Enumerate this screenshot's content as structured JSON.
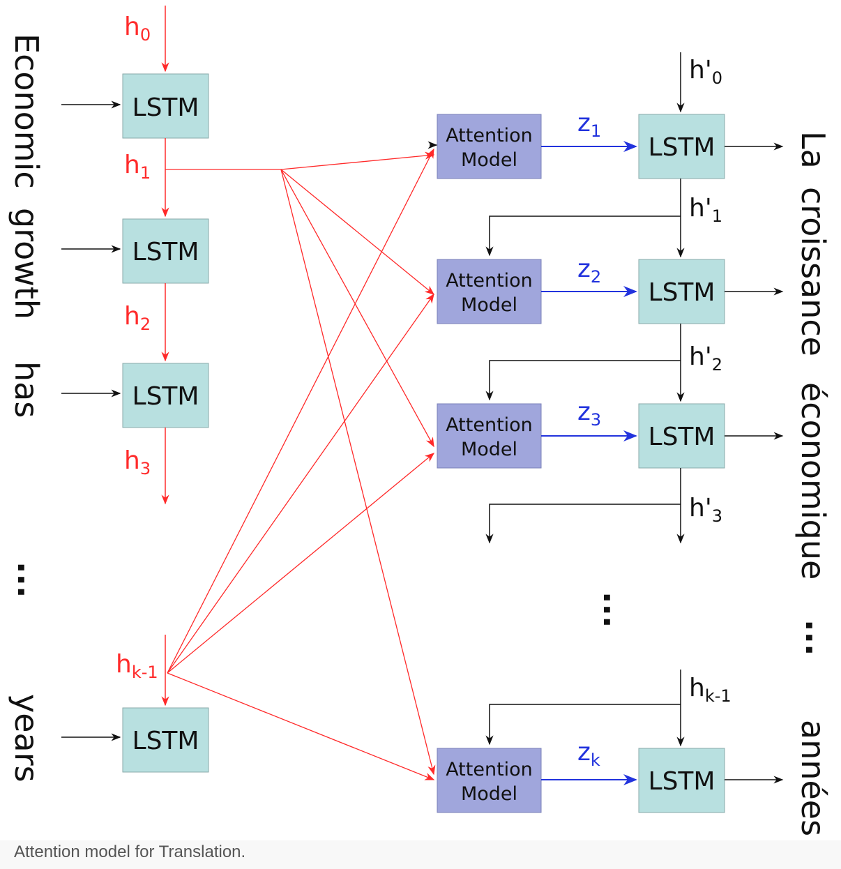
{
  "colors": {
    "lstm_fill": "#b8e0e0",
    "attention_fill": "#a0a6dc",
    "encoder": "#ff2a2a",
    "context": "#2233dd",
    "neutral": "#111111"
  },
  "encoder": {
    "inputs": [
      "Economic",
      "growth",
      "has",
      "years"
    ],
    "ellipsis": "...",
    "cell_label": "LSTM",
    "states": [
      {
        "base": "h",
        "sub": "0"
      },
      {
        "base": "h",
        "sub": "1"
      },
      {
        "base": "h",
        "sub": "2"
      },
      {
        "base": "h",
        "sub": "3"
      },
      {
        "base": "h",
        "sub": "k-1"
      }
    ]
  },
  "decoder": {
    "outputs": [
      "La",
      "croissance",
      "économique",
      "années"
    ],
    "ellipsis": "...",
    "middle_ellipsis": "...",
    "cell_label": "LSTM",
    "attention_label_line1": "Attention",
    "attention_label_line2": "Model",
    "states": [
      {
        "base": "h'",
        "sub": "0"
      },
      {
        "base": "h'",
        "sub": "1"
      },
      {
        "base": "h'",
        "sub": "2"
      },
      {
        "base": "h'",
        "sub": "3"
      },
      {
        "base": "h",
        "sub": "k-1"
      }
    ],
    "contexts": [
      {
        "base": "z",
        "sub": "1"
      },
      {
        "base": "z",
        "sub": "2"
      },
      {
        "base": "z",
        "sub": "3"
      },
      {
        "base": "z",
        "sub": "k"
      }
    ]
  },
  "caption": "Attention model for Translation."
}
